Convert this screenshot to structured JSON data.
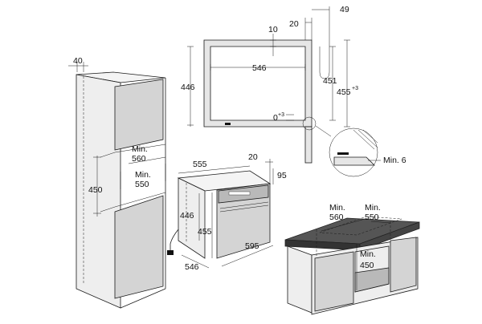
{
  "dimensions": {
    "tall_cabinet": {
      "depth_top": "40",
      "min_560": "Min.\n560",
      "min_550": "Min.\n550",
      "niche_height": "450"
    },
    "frame_front": {
      "top_gap": "10",
      "width_20": "20",
      "width_49": "49",
      "inner_width": "546",
      "height_446": "446",
      "height_451": "451",
      "height_455": "455",
      "height_455_tol": "+3",
      "bottom_tol": "0",
      "bottom_tol_sup": "+3"
    },
    "detail": {
      "min_6": "Min. 6"
    },
    "oven": {
      "width_555": "555",
      "front_20": "20",
      "front_95": "95",
      "height_446": "446",
      "height_455": "455",
      "depth_595": "595",
      "width_546": "546"
    },
    "base_cabinet": {
      "min_560": "Min.\n560",
      "min_550": "Min.\n550",
      "min_450": "Min.\n450"
    }
  }
}
